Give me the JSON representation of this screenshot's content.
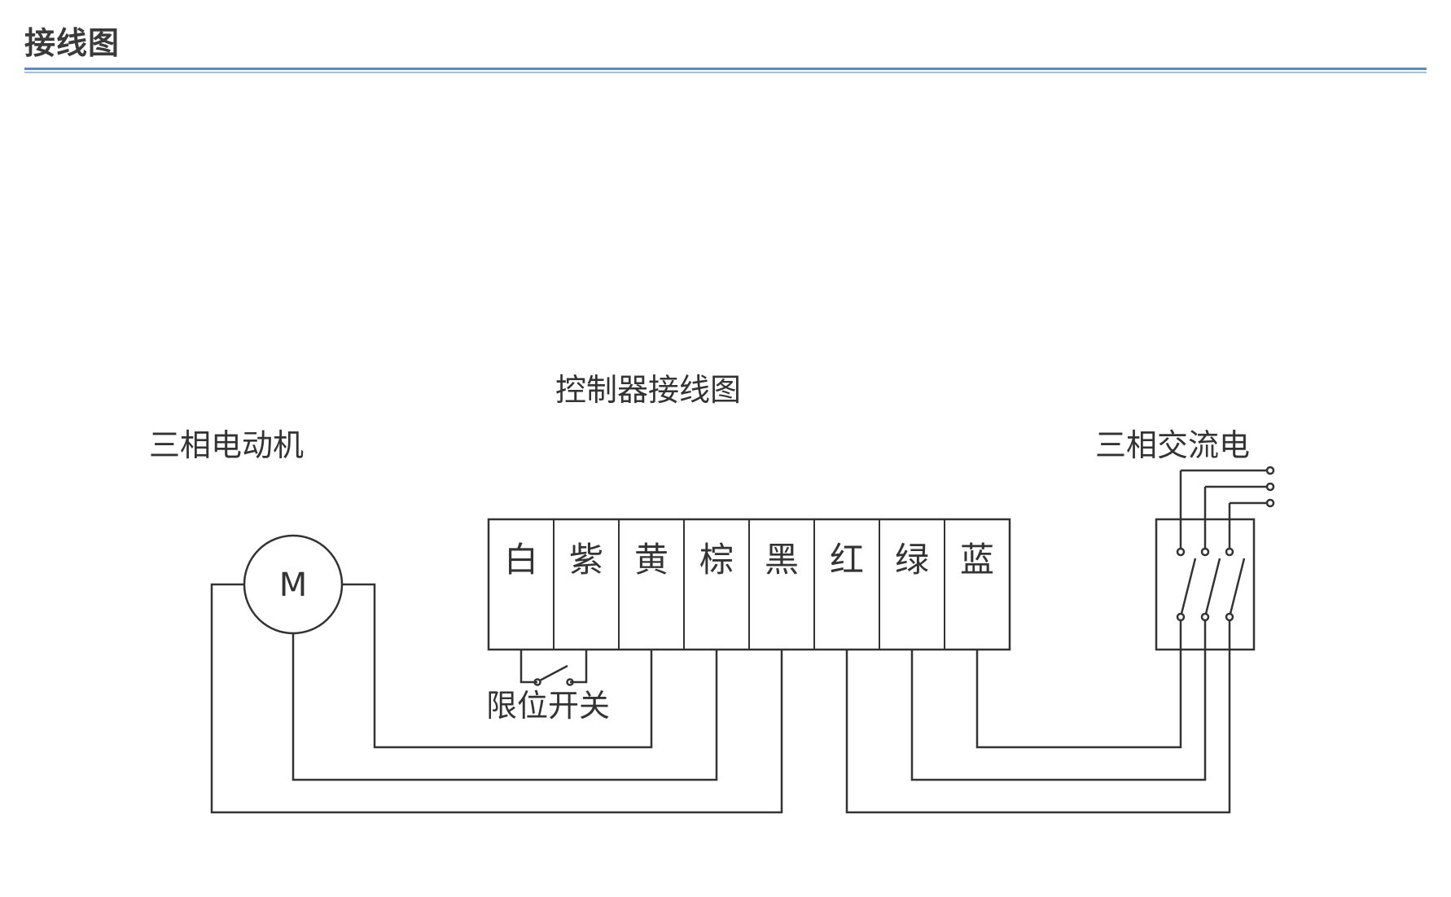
{
  "header": {
    "title": "接线图"
  },
  "diagram": {
    "controller_title": "控制器接线图",
    "motor_label": "三相电动机",
    "motor_symbol": "M",
    "ac_label": "三相交流电",
    "limit_switch_label": "限位开关",
    "terminals": [
      "白",
      "紫",
      "黄",
      "棕",
      "黑",
      "红",
      "绿",
      "蓝"
    ],
    "line_color": "#333333",
    "accent_color": "#4a90d9"
  }
}
